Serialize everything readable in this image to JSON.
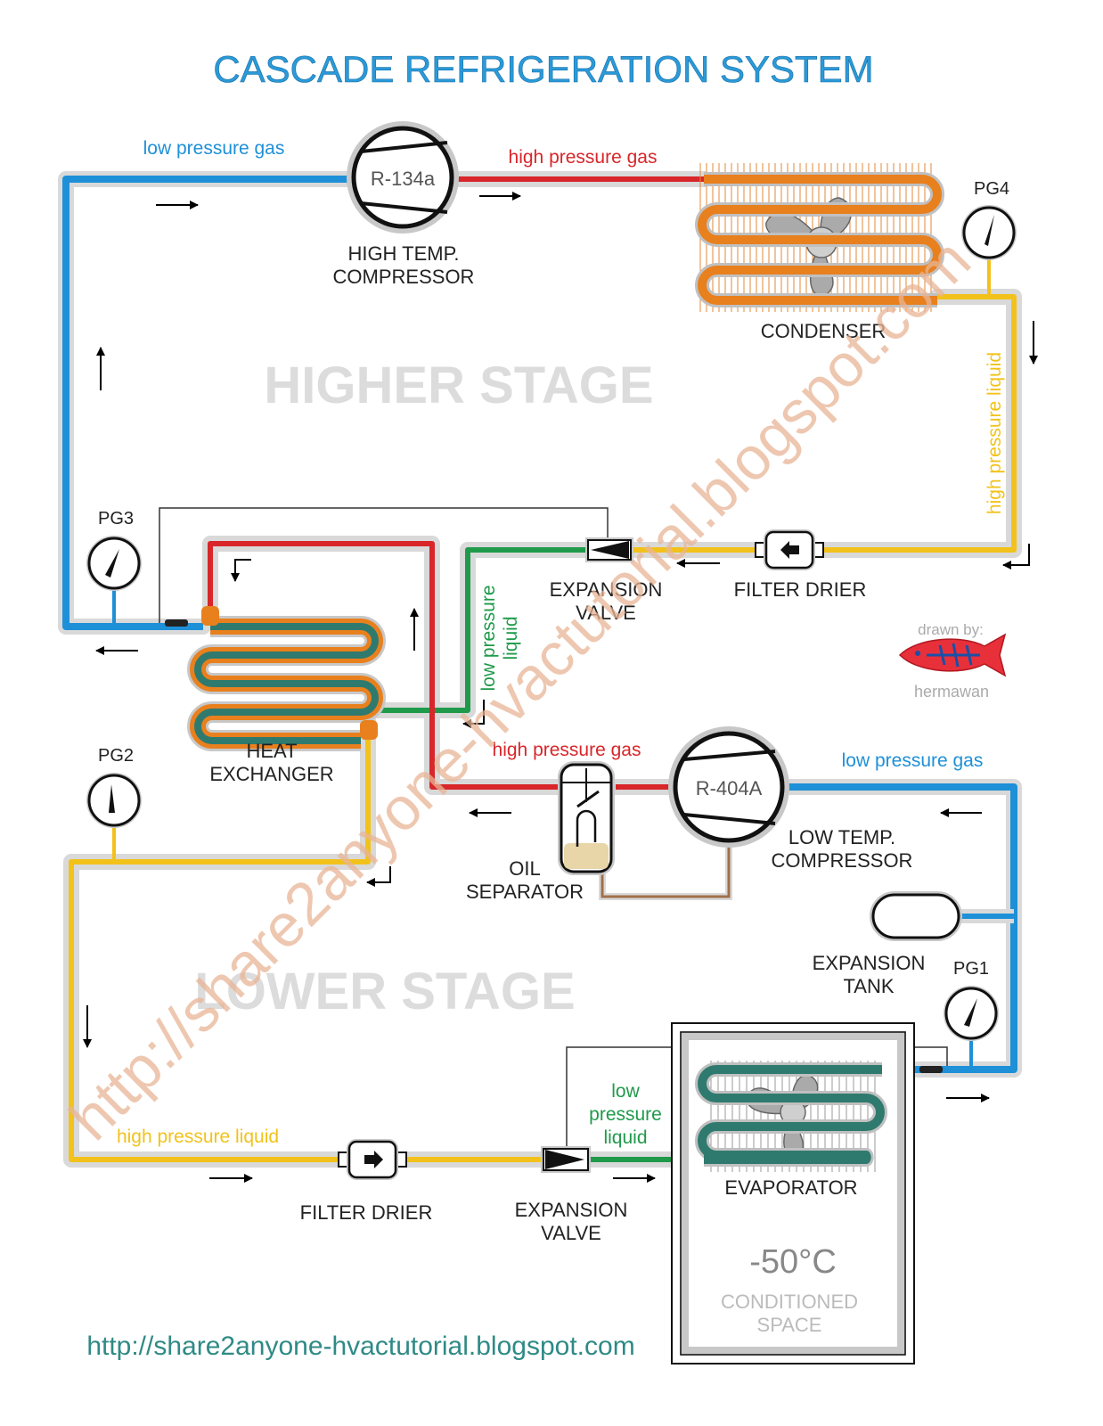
{
  "title": "CASCADE REFRIGERATION SYSTEM",
  "stages": {
    "higher": "HIGHER STAGE",
    "lower": "LOWER STAGE"
  },
  "flow_labels": {
    "hs_low_pressure_gas": "low pressure gas",
    "hs_high_pressure_gas": "high pressure gas",
    "hs_high_pressure_liquid": "high pressure liquid",
    "hs_low_pressure_liquid_1": "low pressure",
    "hs_low_pressure_liquid_2": "liquid",
    "ls_high_pressure_gas": "high pressure gas",
    "ls_low_pressure_gas": "low pressure gas",
    "ls_high_pressure_liquid": "high pressure liquid",
    "ls_low_pressure_liquid_1": "low",
    "ls_low_pressure_liquid_2": "pressure",
    "ls_low_pressure_liquid_3": "liquid"
  },
  "components": {
    "hs_compressor": {
      "refrigerant": "R-134a",
      "label_1": "HIGH TEMP.",
      "label_2": "COMPRESSOR"
    },
    "condenser": {
      "label": "CONDENSER"
    },
    "hs_filter_drier": {
      "label": "FILTER DRIER"
    },
    "hs_expansion_valve": {
      "label_1": "EXPANSION",
      "label_2": "VALVE"
    },
    "heat_exchanger": {
      "label_1": "HEAT",
      "label_2": "EXCHANGER"
    },
    "ls_compressor": {
      "refrigerant": "R-404A",
      "label_1": "LOW TEMP.",
      "label_2": "COMPRESSOR"
    },
    "oil_separator": {
      "label_1": "OIL",
      "label_2": "SEPARATOR"
    },
    "expansion_tank": {
      "label_1": "EXPANSION",
      "label_2": "TANK"
    },
    "ls_filter_drier": {
      "label": "FILTER DRIER"
    },
    "ls_expansion_valve": {
      "label_1": "EXPANSION",
      "label_2": "VALVE"
    },
    "evaporator": {
      "label": "EVAPORATOR"
    },
    "conditioned_space": {
      "temperature": "-50°C",
      "label_1": "CONDITIONED",
      "label_2": "SPACE"
    }
  },
  "gauges": {
    "pg1": "PG1",
    "pg2": "PG2",
    "pg3": "PG3",
    "pg4": "PG4"
  },
  "credit": {
    "drawn_by": "drawn by:",
    "author": "hermawan"
  },
  "footer_url": "http://share2anyone-hvactutorial.blogspot.com",
  "watermark": "http://share2anyone-hvactutorial.blogspot.com",
  "colors": {
    "low_pressure_gas": "#1e90d8",
    "high_pressure_gas": "#d8262a",
    "high_pressure_liquid": "#f2c21b",
    "low_pressure_liquid": "#1f9a4a",
    "condenser_coil": "#e8801e",
    "evaporator_coil": "#2f7a6e",
    "oil_line": "#a0704a",
    "title": "#2a9ad8"
  }
}
